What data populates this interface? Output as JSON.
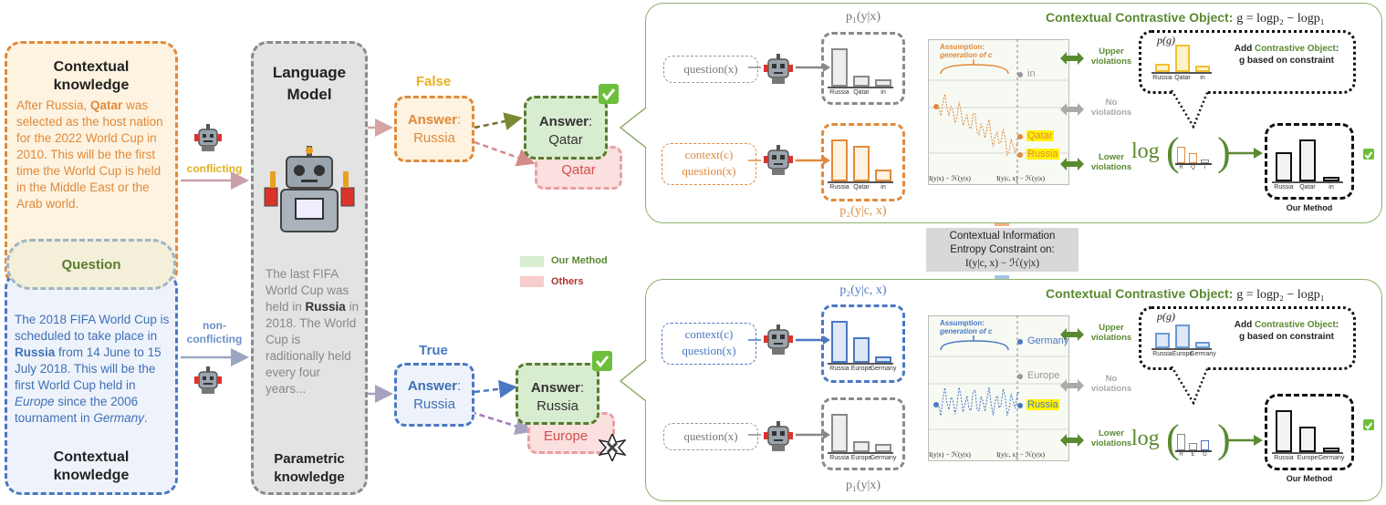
{
  "left": {
    "top_title": "Contextual\nknowledge",
    "top_text_parts": [
      "After Russia, ",
      "Qatar",
      " was selected as the host nation for the 2022 World Cup in 2010. This will be the first time the World Cup is held in the Middle East or the Arab world."
    ],
    "question": "Question",
    "bottom_text_parts": [
      "The 2018 FIFA World Cup is scheduled to take place in ",
      "Russia",
      " from 14 June to 15 July 2018. This will be the first World Cup held in ",
      "Europe",
      " since the 2006 tournament in ",
      "Germany",
      "."
    ],
    "bottom_title": "Contextual\nknowledge",
    "conflicting": "conflicting",
    "non_conflicting": "non-\nconflicting"
  },
  "lm": {
    "title": "Language\nModel",
    "text_parts": [
      "The last FIFA World Cup was held in ",
      "Russia",
      " in 2018. The World Cup is raditionally held every four years..."
    ],
    "footer": "Parametric\nknowledge"
  },
  "answers": {
    "false_label": "False",
    "true_label": "True",
    "answer_word": "Answer",
    "top_lm": "Russia",
    "top_ours": "Qatar",
    "top_other": "Qatar",
    "bottom_lm": "Russia",
    "bottom_ours": "Russia",
    "bottom_other": "Europe"
  },
  "legend": {
    "ours": "Our Method",
    "others": "Others",
    "ours_color": "#d8ecd0",
    "others_color": "#f7cccc"
  },
  "center": {
    "line1": "Contextual Information",
    "line2": "Entropy Constraint on:",
    "line3": "I(y|c, x) − ℋ(y|x)"
  },
  "top_panel": {
    "title_prefix": "Contextual Contrastive Object: ",
    "formula": "g = logp₂ − logp₁",
    "p1_label": "p₁(y|x)",
    "p2_label": "p₂(y|c, x)",
    "question_box": "question(x)",
    "context_box_1": "context(c)",
    "context_box_2": "question(x)",
    "bars_labels": [
      "Russia",
      "Qatar",
      "in"
    ],
    "p1_values": [
      1.0,
      0.28,
      0.18
    ],
    "p2_values": [
      1.0,
      0.85,
      0.28
    ],
    "assumption_1": "Assumption:",
    "assumption_2": "generation of c",
    "side_labels": [
      "in",
      "Qatar",
      "Russia"
    ],
    "axis_left": "I(y|x) − ℋ(y|x)",
    "axis_right": "I(y|c, x) − ℋ(y|x)",
    "upper": "Upper\nviolations",
    "no": "No\nviolations",
    "lower": "Lower\nviolations",
    "pg_label": "p(g)",
    "pg_values": [
      0.3,
      1.0,
      0.22
    ],
    "add_1": "Add ",
    "add_2": "Contrastive Object",
    "add_3": ":",
    "add_4": "g based on constraint",
    "log_labels": [
      "R",
      "Q",
      "i"
    ],
    "log_values": [
      0.8,
      0.5,
      0.2
    ],
    "ours_values": [
      0.7,
      1.0,
      0.1
    ],
    "ours_caption": "Our Method",
    "log_word": "log"
  },
  "bottom_panel": {
    "title_prefix": "Contextual Contrastive Object: ",
    "formula": "g = logp₂ − logp₁",
    "p1_label": "p₁(y|x)",
    "p2_label": "p₂(y|c, x)",
    "question_box": "question(x)",
    "context_box_1": "context(c)",
    "context_box_2": "question(x)",
    "bars_labels": [
      "Russia",
      "Europe",
      "Germany"
    ],
    "p1_values": [
      1.0,
      0.28,
      0.22
    ],
    "p2_values": [
      1.0,
      0.6,
      0.15
    ],
    "assumption_1": "Assumption:",
    "assumption_2": "generation of c",
    "side_labels": [
      "Germany",
      "Europe",
      "Russia"
    ],
    "axis_left": "I(y|x) − ℋ(y|x)",
    "axis_right": "I(y|c, x) − ℋ(y|x)",
    "upper": "Upper\nviolations",
    "no": "No\nviolations",
    "lower": "Lower\nviolations",
    "pg_label": "p(g)",
    "pg_values": [
      0.55,
      0.85,
      0.22
    ],
    "add_1": "Add ",
    "add_2": "Contrastive Object",
    "add_3": ":",
    "add_4": "g based on constraint",
    "log_labels": [
      "R",
      "E",
      "G"
    ],
    "log_values": [
      0.8,
      0.35,
      0.5
    ],
    "ours_values": [
      1.0,
      0.6,
      0.1
    ],
    "ours_caption": "Our Method",
    "log_word": "log"
  },
  "colors": {
    "orange": "#e08a3c",
    "blue": "#4a78c2",
    "green": "#5a8a30",
    "gray": "#8a8a8a",
    "yellow": "#f0c030",
    "red": "#c0392b"
  }
}
